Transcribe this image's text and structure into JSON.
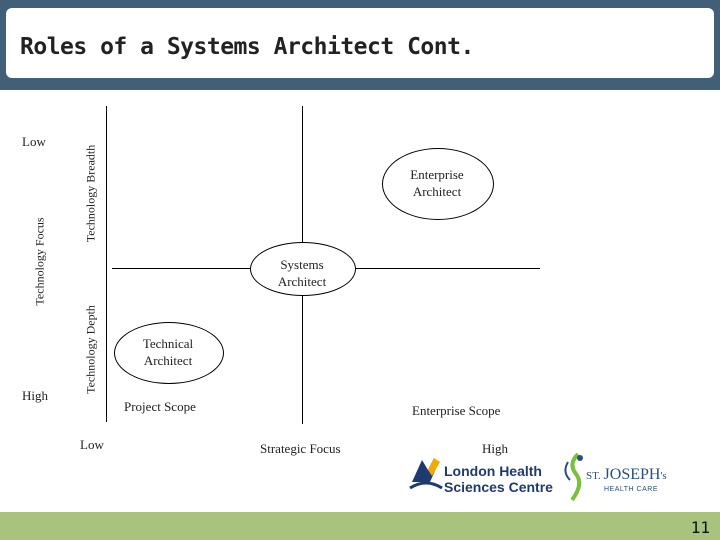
{
  "slide": {
    "title": "Roles of a Systems Architect Cont.",
    "page_number": "11"
  },
  "diagram": {
    "y_axis_outer": {
      "label": "Technology Focus",
      "low": "Low",
      "high": "High"
    },
    "y_axis_inner": {
      "upper_label": "Technology Breadth",
      "lower_label": "Technology Depth"
    },
    "x_axis": {
      "label": "Strategic Focus",
      "low": "Low",
      "high": "High",
      "left_scope": "Project Scope",
      "right_scope": "Enterprise Scope"
    },
    "nodes": [
      {
        "label": "Enterprise\nArchitect"
      },
      {
        "label": "Systems\nArchitect"
      },
      {
        "label": "Technical\nArchitect"
      }
    ]
  },
  "logos": {
    "lhsc": {
      "line1": "London Health",
      "line2": "Sciences Centre",
      "colors": {
        "text": "#1f3a6e",
        "accent": "#f2a900"
      }
    },
    "stjoseph": {
      "name_prefix": "ST. ",
      "name": "JOSEPH",
      "suffix": "'s",
      "subtitle": "HEALTH CARE",
      "colors": {
        "text": "#2a4f80",
        "accent": "#7bbf3a"
      }
    }
  }
}
